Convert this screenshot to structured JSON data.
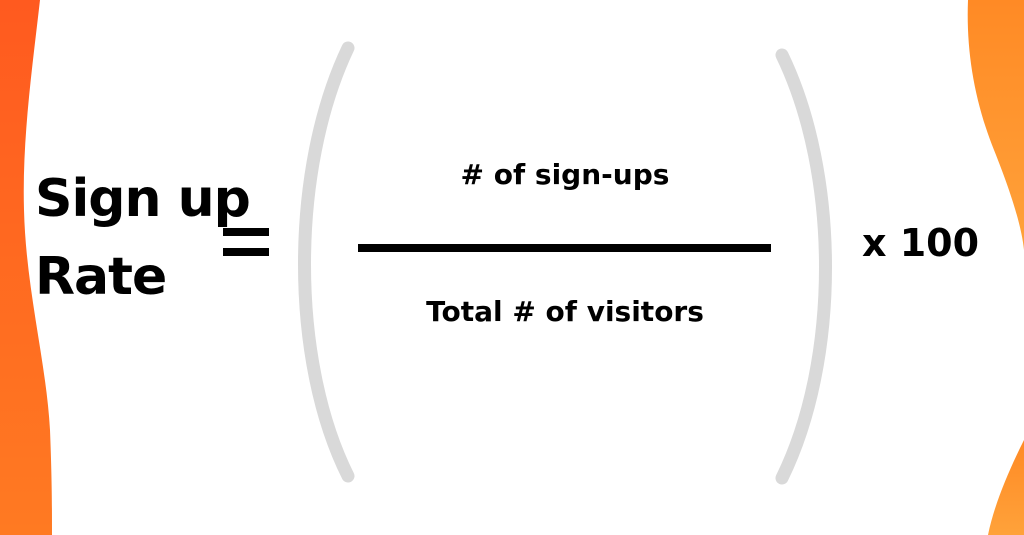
{
  "colors": {
    "accent_dark": "#ff5a1f",
    "accent_light": "#ffa23a",
    "parenthesis": "#d9d9d9",
    "text": "#000000",
    "background": "#ffffff"
  },
  "formula": {
    "lhs_line1": "Sign up",
    "lhs_line2": "Rate",
    "numerator": "# of sign-ups",
    "denominator": "Total # of visitors",
    "multiplier": "x 100"
  }
}
